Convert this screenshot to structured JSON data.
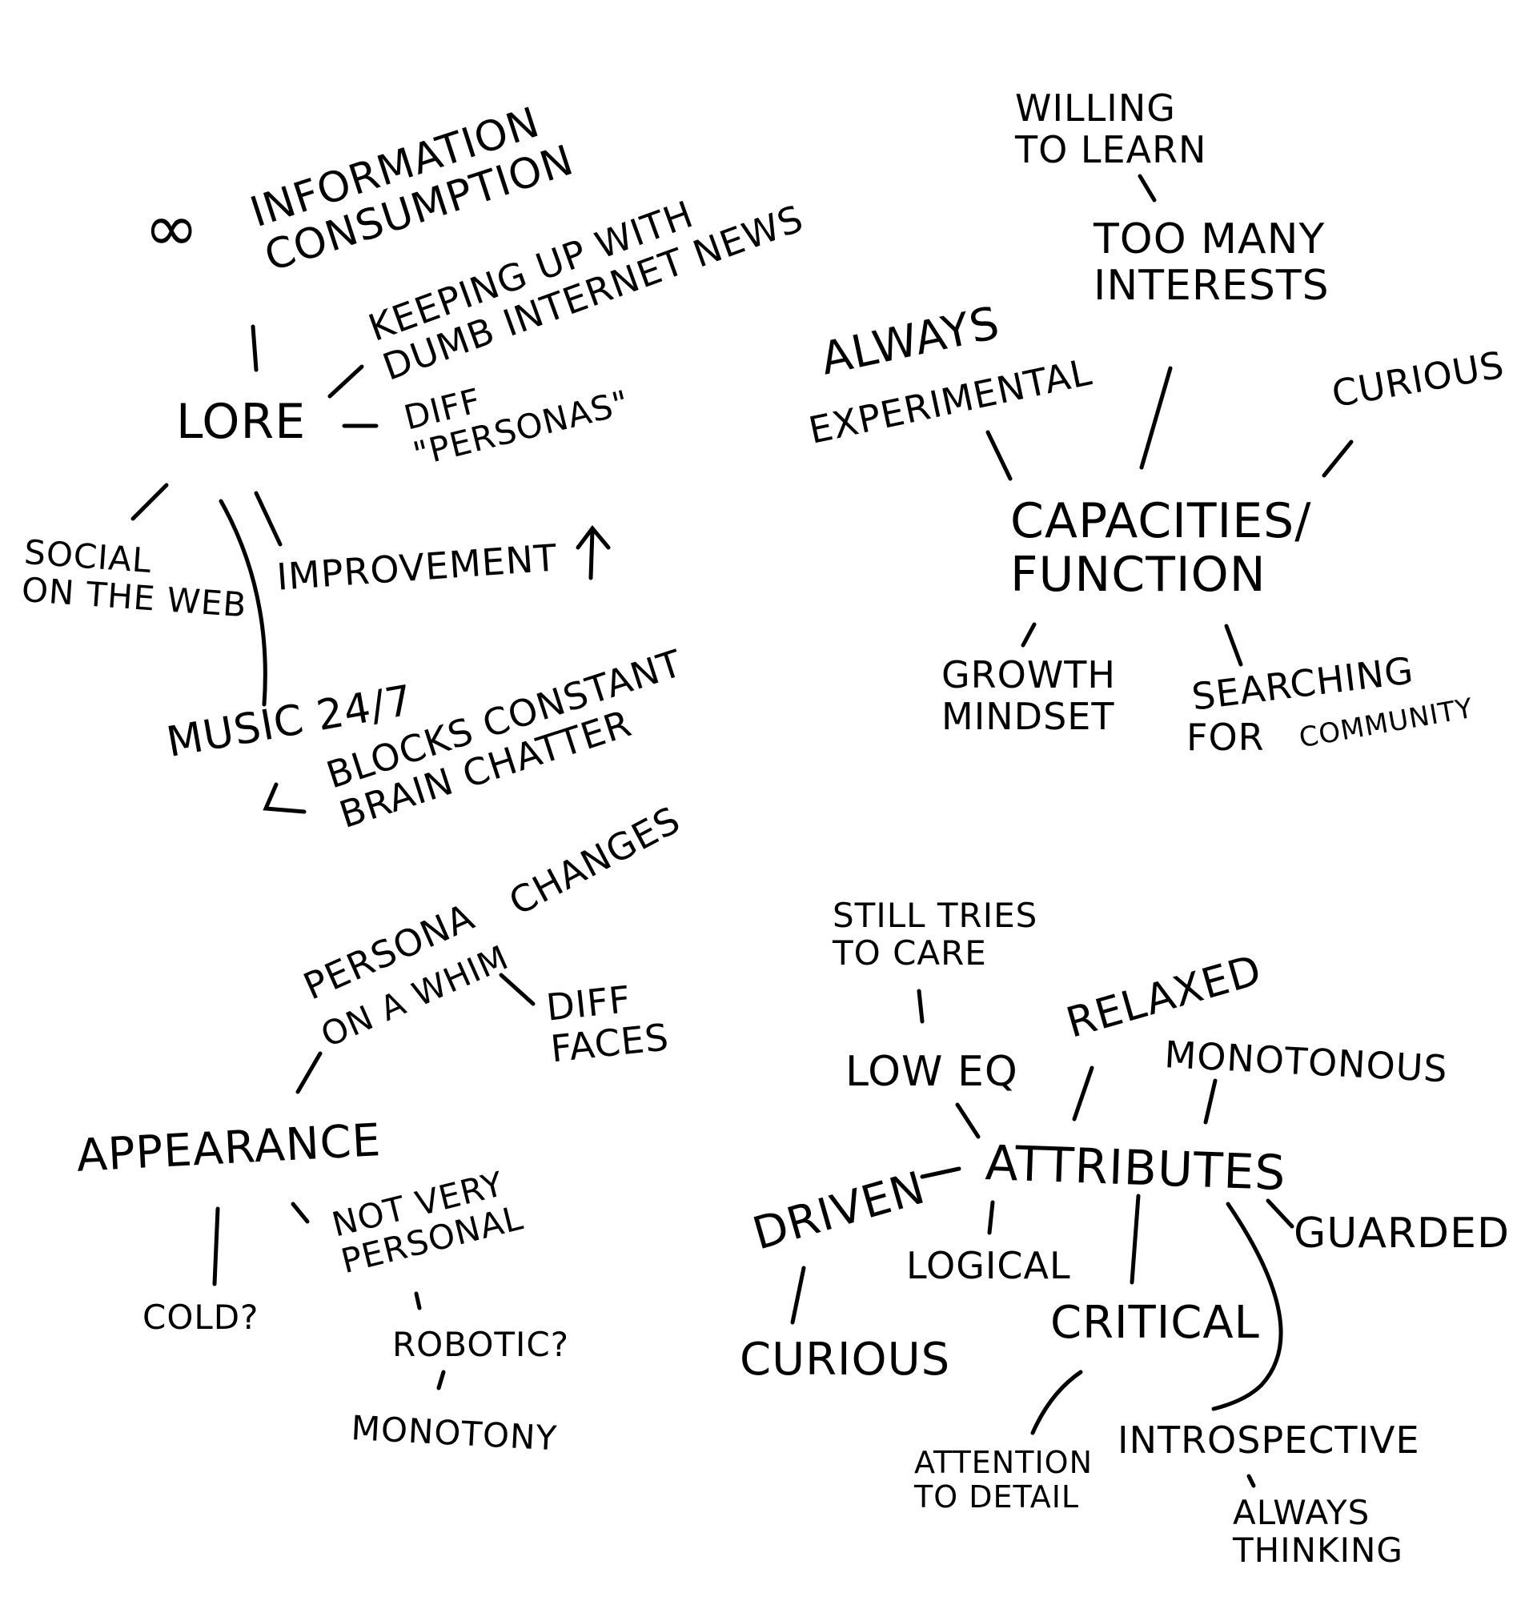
{
  "quadrants": {
    "lore": {
      "center": "LORE",
      "infinity_symbol": "∞",
      "information_consumption": "INFORMATION\nCONSUMPTION",
      "keeping_up": "KEEPING UP WITH\nDUMB INTERNET NEWS",
      "diff_personas": "DIFF\n\"PERSONAS\"",
      "social_on_web": "SOCIAL\nON THE WEB",
      "improvement": "IMPROVEMENT",
      "improvement_arrow": "↑",
      "music": "MUSIC 24/7",
      "blocks_chatter": "BLOCKS CONSTANT\nBRAIN CHATTER"
    },
    "capacities": {
      "center": "CAPACITIES/\nFUNCTION",
      "willing_to_learn": "WILLING\nTO LEARN",
      "too_many_interests": "TOO MANY\nINTERESTS",
      "always": "ALWAYS",
      "experimental": "EXPERIMENTAL",
      "curious": "CURIOUS",
      "growth_mindset": "GROWTH\nMINDSET",
      "searching": "SEARCHING",
      "for": "FOR",
      "community": "COMMUNITY"
    },
    "appearance": {
      "center": "APPEARANCE",
      "persona_changes": "CHANGES",
      "persona": "PERSONA",
      "on_a_whim": "ON A WHIM",
      "diff_faces": "DIFF\nFACES",
      "cold": "COLD?",
      "not_very_personal": "NOT VERY\nPERSONAL",
      "robotic": "ROBOTIC?",
      "monotony": "MONOTONY"
    },
    "attributes": {
      "center": "ATTRIBUTES",
      "still_tries": "STILL TRIES\nTO CARE",
      "low_eq": "LOW EQ",
      "relaxed": "RELAXED",
      "monotonous": "MONOTONOUS",
      "driven": "DRIVEN",
      "guarded": "GUARDED",
      "logical": "LOGICAL",
      "critical": "CRITICAL",
      "curious": "CURIOUS",
      "attention_to_detail": "ATTENTION\nTO DETAIL",
      "introspective": "INTROSPECTIVE",
      "always_thinking": "ALWAYS\nTHINKING"
    }
  }
}
